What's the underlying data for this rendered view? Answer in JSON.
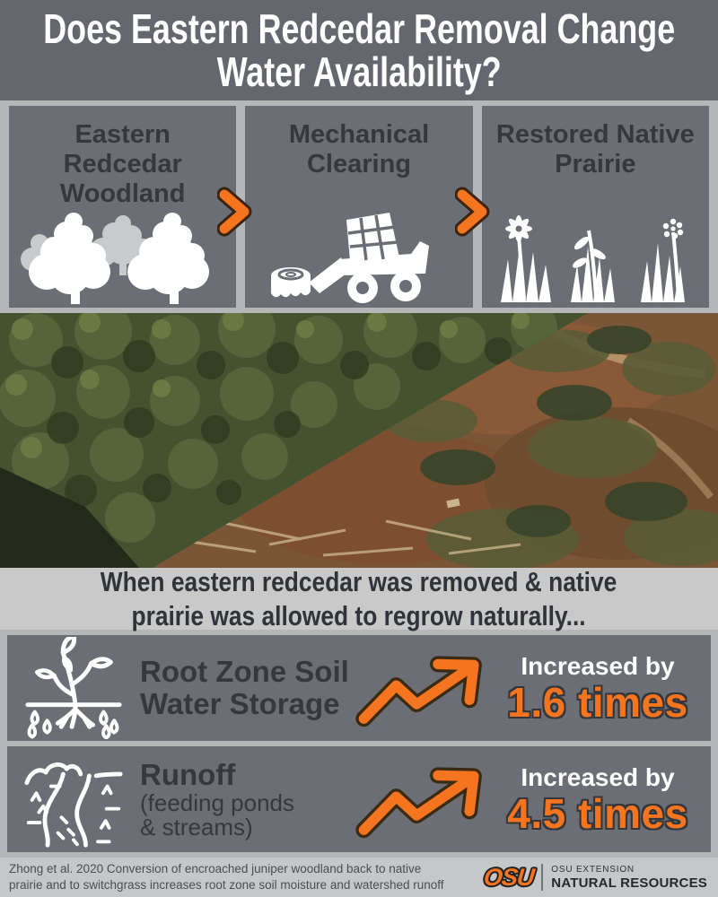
{
  "title": "Does Eastern Redcedar Removal Change\nWater Availability?",
  "flow": {
    "steps": [
      {
        "label": "Eastern Redcedar Woodland",
        "icon": "cedar-trees-icon"
      },
      {
        "label": "Mechanical Clearing",
        "icon": "skid-steer-icon"
      },
      {
        "label": "Restored Native Prairie",
        "icon": "prairie-plants-icon"
      }
    ]
  },
  "photo": {
    "description": "Aerial drone view: dense green eastern redcedar woodland on the left, mechanically cleared brown ground with downed brush on the right"
  },
  "transition": "When eastern redcedar was removed & native\nprairie was allowed to regrow naturally...",
  "results": [
    {
      "icon": "root-zone-icon",
      "label": "Root Zone Soil Water Storage",
      "sublabel": "",
      "prefix": "Increased by",
      "value": "1.6 times"
    },
    {
      "icon": "runoff-icon",
      "label": "Runoff",
      "sublabel": "(feeding ponds\n& streams)",
      "prefix": "Increased by",
      "value": "4.5 times"
    }
  ],
  "footer": {
    "citation": "Zhong et al. 2020 Conversion of encroached juniper woodland back to native\nprairie and to switchgrass increases root zone soil moisture and watershed runoff",
    "logo_text": "OSU",
    "org_line1": "OSU EXTENSION",
    "org_line2": "NATURAL RESOURCES"
  },
  "colors": {
    "accent_orange": "#f4741f",
    "panel_gray": "#6b6e74",
    "banner_gray": "#64676d",
    "light_gray": "#b4b6b8",
    "dark_text": "#35383d",
    "white": "#ffffff"
  }
}
